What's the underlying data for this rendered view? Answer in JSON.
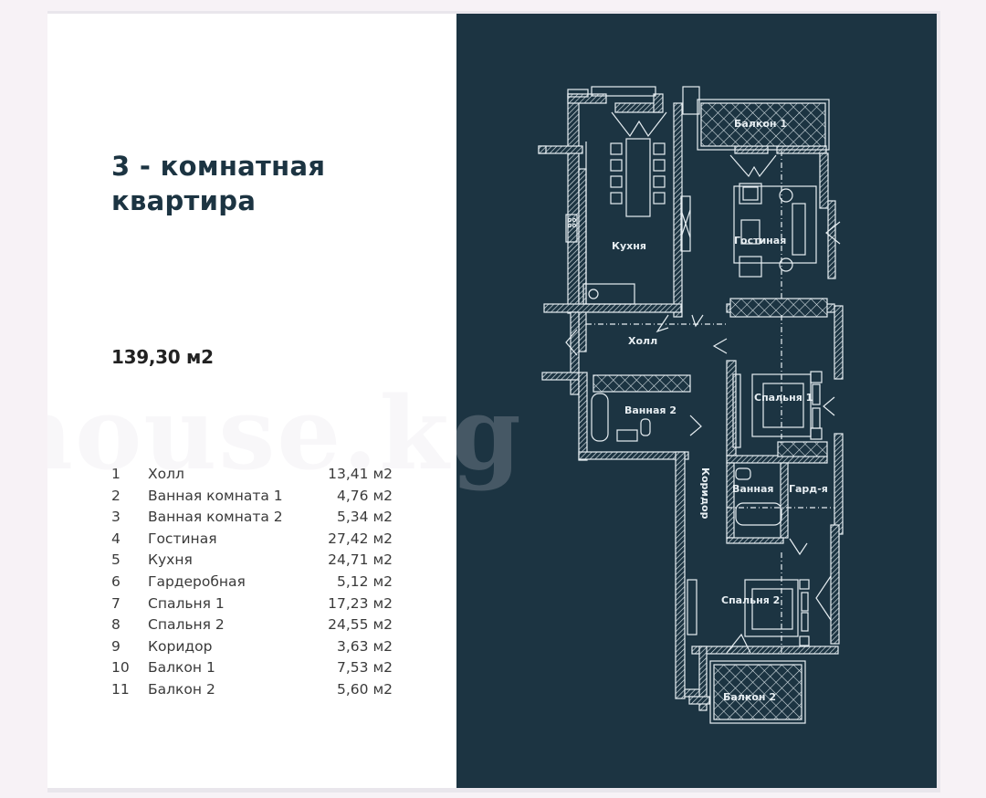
{
  "title": {
    "line1": "3 - комнатная",
    "line2": "квартира"
  },
  "total_area": "139,30 м2",
  "rooms": [
    {
      "num": "1",
      "name": "Холл",
      "area": "13,41 м2"
    },
    {
      "num": "2",
      "name": "Ванная комната 1",
      "area": "4,76 м2"
    },
    {
      "num": "3",
      "name": "Ванная комната 2",
      "area": "5,34 м2"
    },
    {
      "num": "4",
      "name": "Гостиная",
      "area": "27,42 м2"
    },
    {
      "num": "5",
      "name": "Кухня",
      "area": "24,71 м2"
    },
    {
      "num": "6",
      "name": "Гардеробная",
      "area": "5,12 м2"
    },
    {
      "num": "7",
      "name": "Спальня 1",
      "area": "17,23 м2"
    },
    {
      "num": "8",
      "name": "Спальня 2",
      "area": "24,55 м2"
    },
    {
      "num": "9",
      "name": "Коридор",
      "area": "3,63 м2"
    },
    {
      "num": "10",
      "name": "Балкон 1",
      "area": "7,53 м2"
    },
    {
      "num": "11",
      "name": "Балкон 2",
      "area": "5,60 м2"
    }
  ],
  "plan_labels": {
    "kitchen": "Кухня",
    "living": "Гостиная",
    "balcony1": "Балкон 1",
    "hall": "Холл",
    "bath2": "Ванная 2",
    "bedroom1": "Спальня 1",
    "corridor": "Коридор",
    "bath1": "Ванная",
    "wardrobe": "Гард-я",
    "bedroom2": "Спальня 2",
    "balcony2": "Балкон 2"
  },
  "watermark": "house.kg",
  "colors": {
    "panel": "#1c3442",
    "title": "#1c3442",
    "plan_lines": "#e7eef2"
  }
}
